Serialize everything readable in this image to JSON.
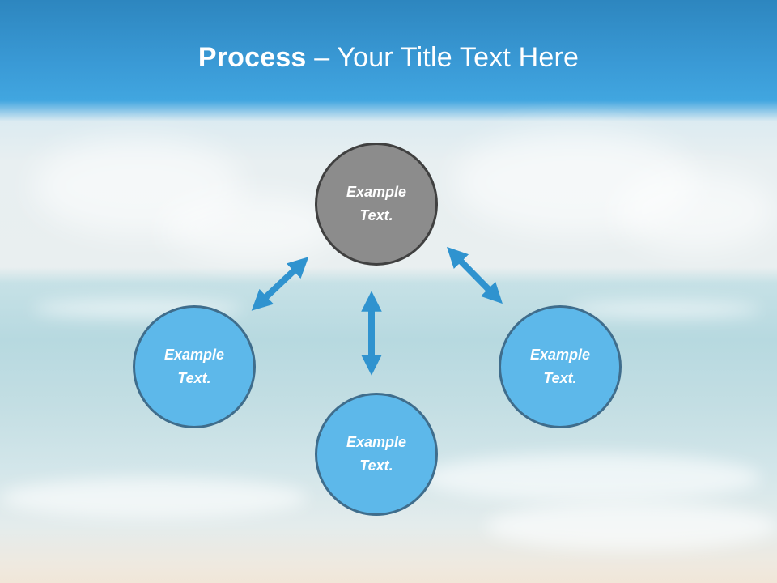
{
  "slide": {
    "title_bold": "Process",
    "title_rest": " – Your Title Text Here"
  },
  "nodes": {
    "top": "Example Text.",
    "left": "Example Text.",
    "right": "Example Text.",
    "bottom": "Example Text."
  },
  "colors": {
    "header_blue": "#3a9ad6",
    "node_blue": "#5db8ea",
    "node_gray": "#8c8c8c",
    "arrow_blue": "#2f93cf"
  }
}
